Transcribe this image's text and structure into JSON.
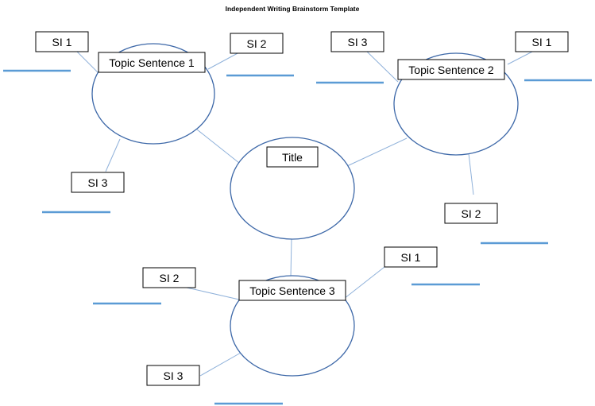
{
  "page_title": "Independent Writing Brainstorm Template",
  "center": {
    "label": "Title"
  },
  "topics": [
    {
      "label": "Topic Sentence 1",
      "details": [
        "SI 1",
        "SI 2",
        "SI 3"
      ]
    },
    {
      "label": "Topic Sentence 2",
      "details": [
        "SI 3",
        "SI 1",
        "SI 2"
      ]
    },
    {
      "label": "Topic Sentence 3",
      "details": [
        "SI 2",
        "SI 1",
        "SI 3"
      ]
    }
  ],
  "colors": {
    "circle_outline": "#3d68a8",
    "connector": "#8fb1da",
    "blank_line": "#5b9bd5",
    "box_border": "#000000"
  }
}
